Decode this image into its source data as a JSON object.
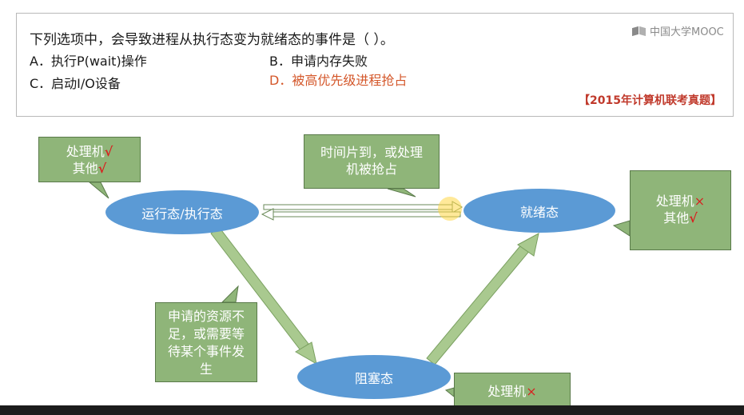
{
  "question": {
    "text": "下列选项中，会导致进程从执行态变为就绪态的事件是（   ）。",
    "options": [
      {
        "key": "A",
        "label": "A．执行P(wait)操作"
      },
      {
        "key": "B",
        "label": "B．申请内存失败"
      },
      {
        "key": "C",
        "label": "C．启动I/O设备"
      },
      {
        "key": "D",
        "label": "D．被高优先级进程抢占"
      }
    ],
    "exam_tag": "【2015年计算机联考真题】"
  },
  "logo_text": "中国大学MOOC",
  "states": {
    "running": "运行态/执行态",
    "ready": "就绪态",
    "blocked": "阻塞态"
  },
  "callouts": {
    "running_res_line1": "处理机",
    "running_res_line2": "其他",
    "ready_res_line1": "处理机",
    "ready_res_line2": "其他",
    "blocked_res_line1": "处理机",
    "transition_preempt_line1": "时间片到，或处理",
    "transition_preempt_line2": "机被抢占",
    "transition_block_line1": "申请的资源不",
    "transition_block_line2": "足，或需要等",
    "transition_block_line3": "待某个事件发",
    "transition_block_line4": "生"
  },
  "marks": {
    "check": "√",
    "cross": "×"
  },
  "colors": {
    "state_fill": "#5b9ad5",
    "callout_fill": "#8fb579",
    "arrow_fill": "#a9c98f",
    "correct_option": "#d4572a",
    "exam_tag": "#c0392b"
  }
}
